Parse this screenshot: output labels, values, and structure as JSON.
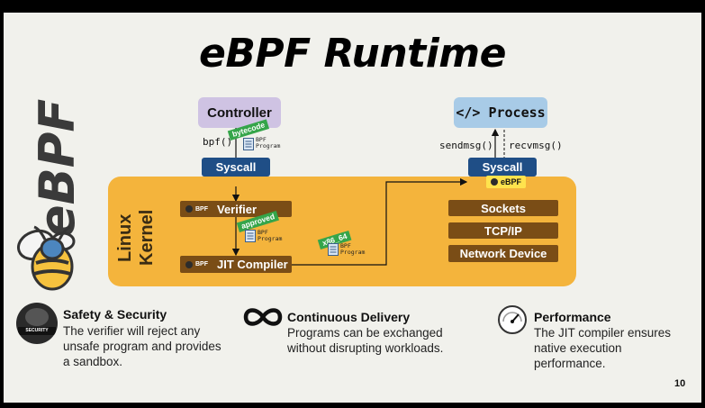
{
  "slide": {
    "title": "eBPF Runtime",
    "logo_text": "eBPF",
    "page_number": "10"
  },
  "diagram": {
    "controller": "Controller",
    "process": "</> Process",
    "bpf_call": "bpf()",
    "sendmsg": "sendmsg()",
    "recvmsg": "recvmsg()",
    "syscall_left": "Syscall",
    "syscall_right": "Syscall",
    "kernel_label": "Linux Kernel",
    "verifier": "Verifier",
    "jit": "JIT Compiler",
    "bpf_mini": "BPF",
    "sockets": "Sockets",
    "tcpip": "TCP/IP",
    "netdev": "Network Device",
    "ebpf_badge": "eBPF",
    "tag_bytecode": "bytecode",
    "tag_approved": "approved",
    "tag_x86": "x86_64",
    "prog_label_1": "BPF",
    "prog_label_2": "Program"
  },
  "features": [
    {
      "title": "Safety & Security",
      "icon": "gorilla-security-icon",
      "icon_text": "SECURITY",
      "text": "The verifier will reject any unsafe program and provides a sandbox."
    },
    {
      "title": "Continuous Delivery",
      "icon": "infinity-icon",
      "text": "Programs can be exchanged without disrupting workloads."
    },
    {
      "title": "Performance",
      "icon": "speedometer-icon",
      "text": "The JIT compiler ensures native execution performance."
    }
  ],
  "colors": {
    "kernel": "#f4b43c",
    "kernel_box": "#7a4d16",
    "syscall": "#1f4e86",
    "controller": "#cfc3e3",
    "process": "#a8cbe7",
    "tag": "#35a54a",
    "ebpf_badge": "#ffe34d"
  }
}
